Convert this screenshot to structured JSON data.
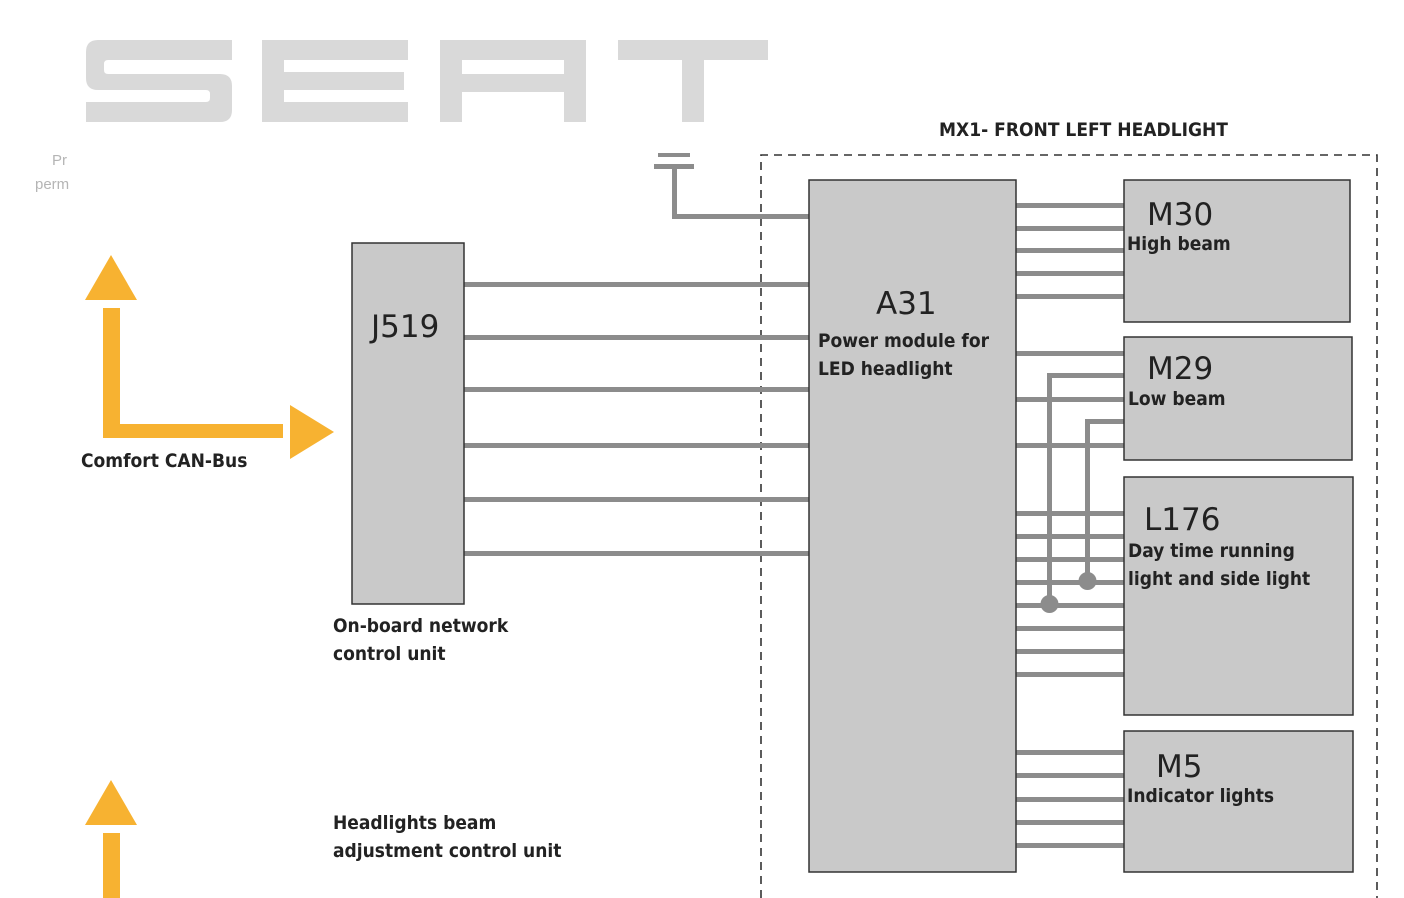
{
  "logo": {
    "text": "SEAT",
    "color": "#d9d9d9"
  },
  "watermark": {
    "line1": "Pr",
    "line2": "perm"
  },
  "headlight_group": {
    "title": "MX1- FRONT LEFT HEADLIGHT"
  },
  "units": {
    "j519": {
      "code": "J519",
      "name_line1": "On-board network",
      "name_line2": "control unit"
    },
    "a31": {
      "code": "A31",
      "name_line1": "Power module for",
      "name_line2": "LED headlight"
    },
    "m30": {
      "code": "M30",
      "name": "High beam"
    },
    "m29": {
      "code": "M29",
      "name": "Low beam"
    },
    "l176": {
      "code": "L176",
      "name_line1": "Day time running",
      "name_line2": "light and side light"
    },
    "m5": {
      "code": "M5",
      "name": "Indicator lights"
    }
  },
  "labels": {
    "comfort_can": "Comfort CAN-Bus",
    "beam_adjust_line1": "Headlights beam",
    "beam_adjust_line2": "adjustment control unit"
  },
  "colors": {
    "box_fill": "#c9c9c9",
    "wire": "#8c8c8c",
    "arrow": "#f7b231",
    "border": "#333333"
  }
}
